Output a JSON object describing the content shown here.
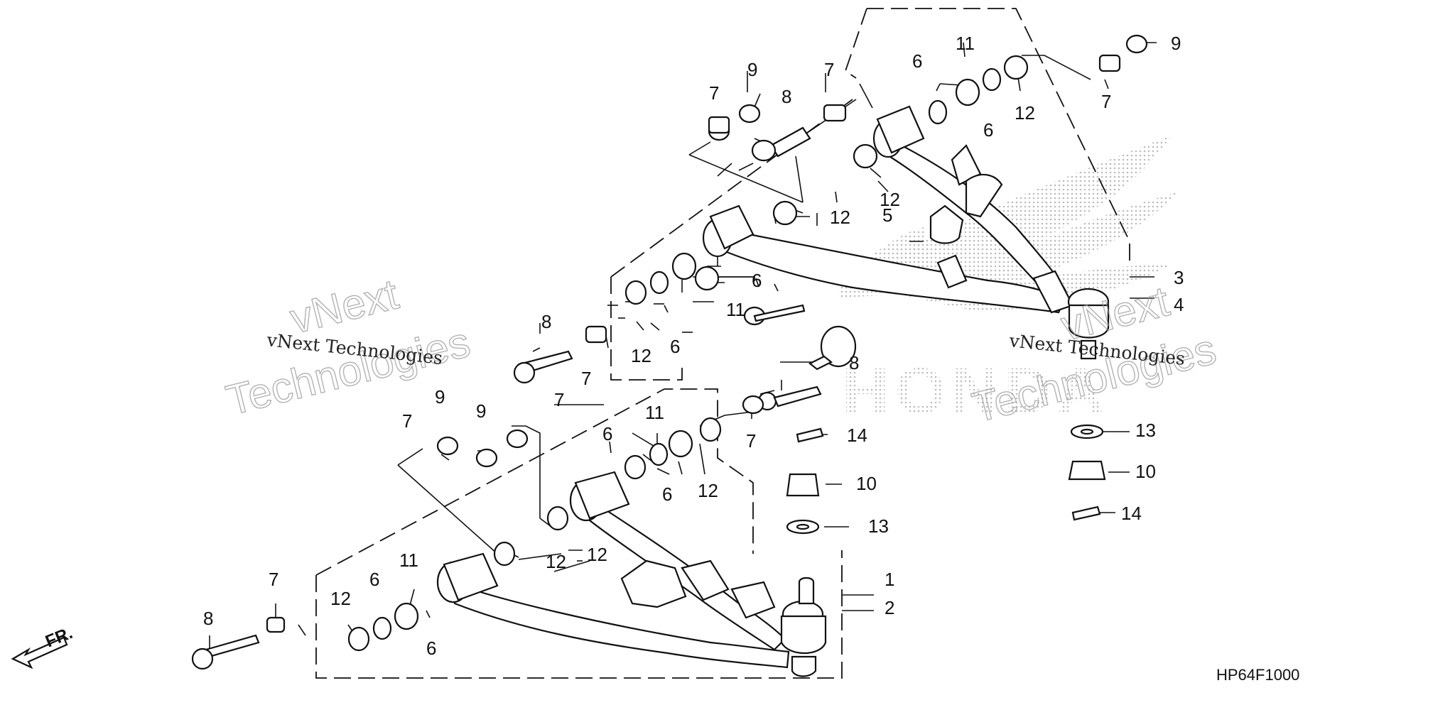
{
  "diagram": {
    "callout_numbers": {
      "n1": "1",
      "n2": "2",
      "n3": "3",
      "n4": "4",
      "n5": "5",
      "n6": "6",
      "n7": "7",
      "n8": "8",
      "n9": "9",
      "n10": "10",
      "n11": "11",
      "n12": "12",
      "n13": "13",
      "n14": "14"
    },
    "front_indicator": "FR.",
    "diagram_code": "HP64F1000",
    "watermark_brand": "vNext",
    "watermark_word": "Technologies",
    "watermark_line": "vNext Technologies",
    "logo_text": "HONDA"
  },
  "colors": {
    "ink": "#111111",
    "watermark": "#9a9a9a",
    "dots": "#c8c8c8",
    "paper": "#ffffff"
  }
}
